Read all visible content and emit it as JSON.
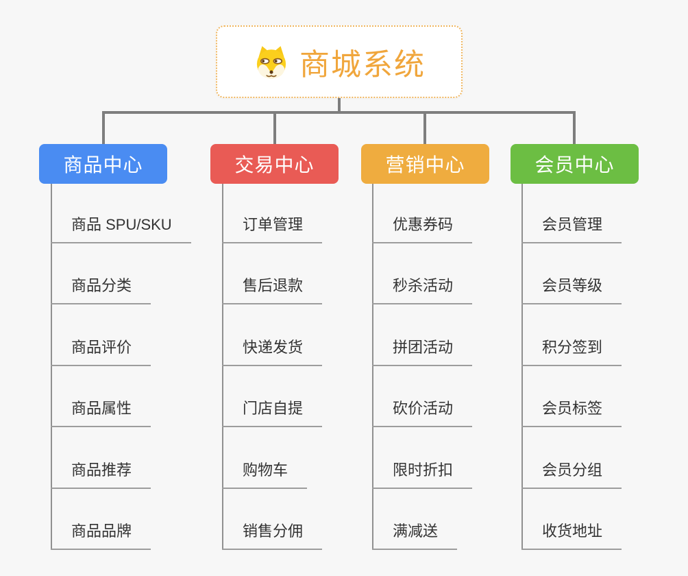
{
  "root": {
    "label": "商城系统",
    "icon": "dog-face-icon",
    "accent_color": "#F0A63C",
    "border_color": "#F0B65E"
  },
  "colors": {
    "background": "#F7F7F7",
    "connector": "#7E7E7E",
    "trunk": "#909090",
    "underline": "#9C9C9C",
    "child_text": "#333333"
  },
  "branches": [
    {
      "label": "商品中心",
      "color": "#4A8CF2",
      "children": [
        "商品 SPU/SKU",
        "商品分类",
        "商品评价",
        "商品属性",
        "商品推荐",
        "商品品牌"
      ]
    },
    {
      "label": "交易中心",
      "color": "#E95B55",
      "children": [
        "订单管理",
        "售后退款",
        "快递发货",
        "门店自提",
        "购物车",
        "销售分佣"
      ]
    },
    {
      "label": "营销中心",
      "color": "#EFAC3F",
      "children": [
        "优惠券码",
        "秒杀活动",
        "拼团活动",
        "砍价活动",
        "限时折扣",
        "满减送"
      ]
    },
    {
      "label": "会员中心",
      "color": "#6CBE43",
      "children": [
        "会员管理",
        "会员等级",
        "积分签到",
        "会员标签",
        "会员分组",
        "收货地址"
      ]
    }
  ]
}
